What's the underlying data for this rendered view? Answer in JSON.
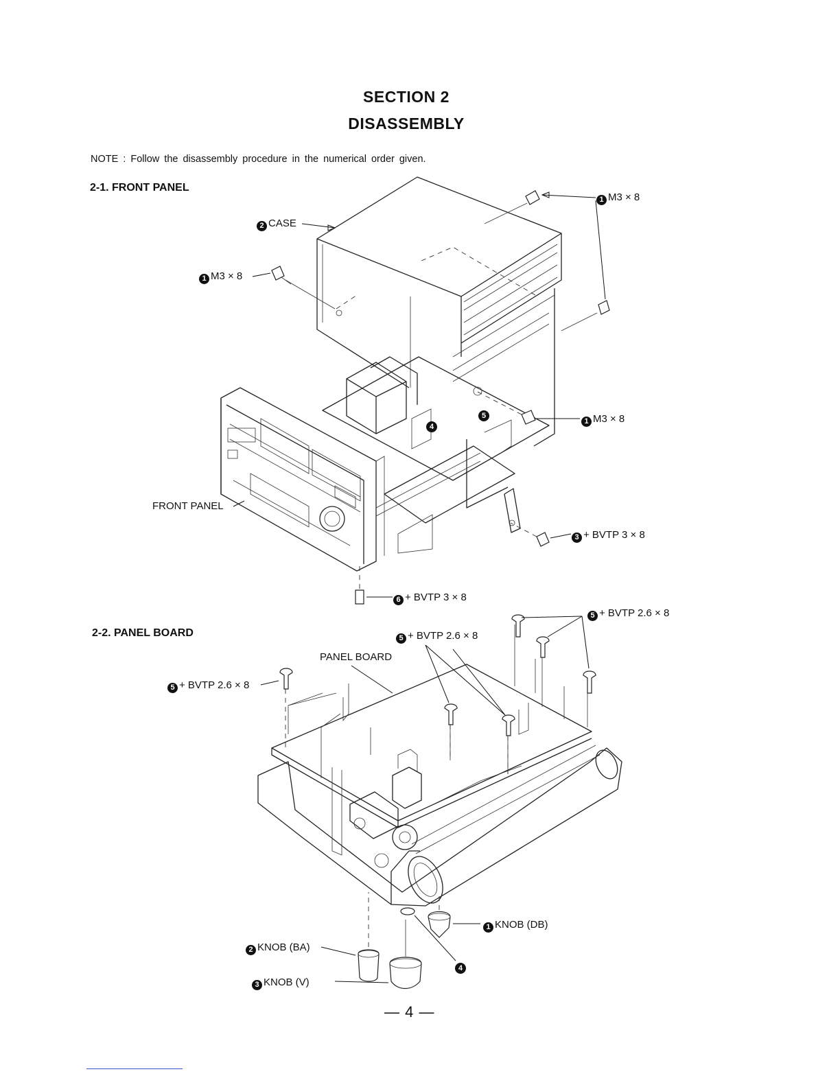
{
  "header": {
    "section": "SECTION 2",
    "title": "DISASSEMBLY"
  },
  "note": "NOTE : Follow the disassembly procedure in the numerical order given.",
  "front_panel": {
    "heading": "2-1. FRONT PANEL",
    "labels": {
      "case": {
        "num": "2",
        "text": "CASE"
      },
      "screw_left": {
        "num": "1",
        "text": "M3 × 8"
      },
      "screw_top_right": {
        "num": "1",
        "text": "M3 × 8"
      },
      "screw_mid_right": {
        "num": "1",
        "text": "M3 × 8"
      },
      "bvtp_right": {
        "num": "3",
        "text": "+ BVTP  3 × 8"
      },
      "bvtp_bottom": {
        "num": "6",
        "text": "+ BVTP  3 × 8"
      },
      "front_panel": "FRONT  PANEL",
      "callout_4": "4",
      "callout_5": "5"
    }
  },
  "panel_board": {
    "heading": "2-2. PANEL BOARD",
    "labels": {
      "bvtp_top_right": {
        "num": "5",
        "text": "+ BVTP  2.6 × 8"
      },
      "bvtp_center": {
        "num": "5",
        "text": "+ BVTP  2.6 × 8"
      },
      "bvtp_left": {
        "num": "5",
        "text": "+ BVTP  2.6 × 8"
      },
      "panel_board": "PANEL  BOARD",
      "knob_db": {
        "num": "1",
        "text": "KNOB  (DB)"
      },
      "knob_ba": {
        "num": "2",
        "text": "KNOB  (BA)"
      },
      "knob_v": {
        "num": "3",
        "text": "KNOB  (V)"
      },
      "callout_4": "4"
    }
  },
  "footer": {
    "page": "— 4 —"
  }
}
